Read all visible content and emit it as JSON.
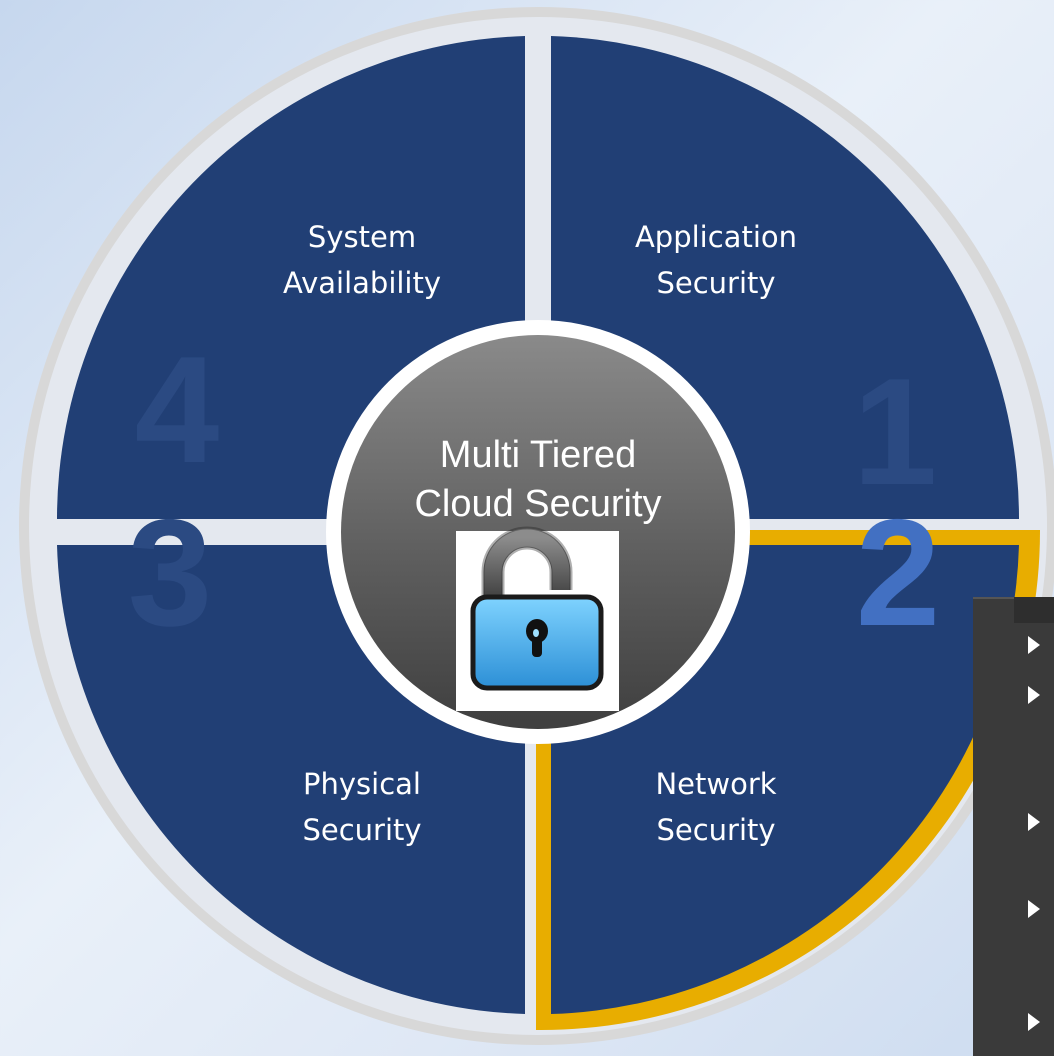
{
  "center": {
    "line1": "Multi Tiered",
    "line2": "Cloud Security",
    "icon": "padlock-open-icon"
  },
  "quadrants": [
    {
      "number": "1",
      "line1": "Application",
      "line2": "Security",
      "highlighted": false
    },
    {
      "number": "2",
      "line1": "Network",
      "line2": "Security",
      "highlighted": true
    },
    {
      "number": "3",
      "line1": "Physical",
      "line2": "Security",
      "highlighted": false
    },
    {
      "number": "4",
      "line1": "System",
      "line2": "Availability",
      "highlighted": false
    }
  ],
  "colors": {
    "quadrant_fill": "#213f75",
    "quadrant_number": "#2b4a82",
    "highlight_number": "#4270c2",
    "highlight_border": "#e8ad00",
    "center_fill": "#6b6b6b",
    "ring": "#d9d9d9"
  },
  "side_panel": {
    "arrow_icon": "triangle-right-icon",
    "row_count": 6
  }
}
